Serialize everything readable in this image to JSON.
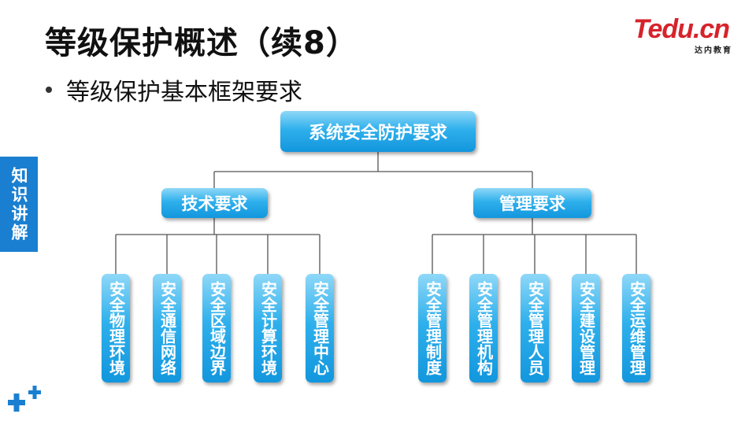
{
  "slide": {
    "title": "等级保护概述（续8）",
    "bullet": "等级保护基本框架要求",
    "side_tab": "知识讲解",
    "logo": {
      "main": "Tedu.cn",
      "sub": "达内教育"
    }
  },
  "diagram": {
    "root": "系统安全防护要求",
    "branches": [
      {
        "label": "技术要求",
        "leaves": [
          "安全物理环境",
          "安全通信网络",
          "安全区域边界",
          "安全计算环境",
          "安全管理中心"
        ]
      },
      {
        "label": "管理要求",
        "leaves": [
          "安全管理制度",
          "安全管理机构",
          "安全管理人员",
          "安全建设管理",
          "安全运维管理"
        ]
      }
    ]
  },
  "colors": {
    "box_top": "#8fd8f8",
    "box_bottom": "#1296dd",
    "accent_blue": "#1a7fd0",
    "logo_red": "#d6232b",
    "line": "#555555"
  }
}
